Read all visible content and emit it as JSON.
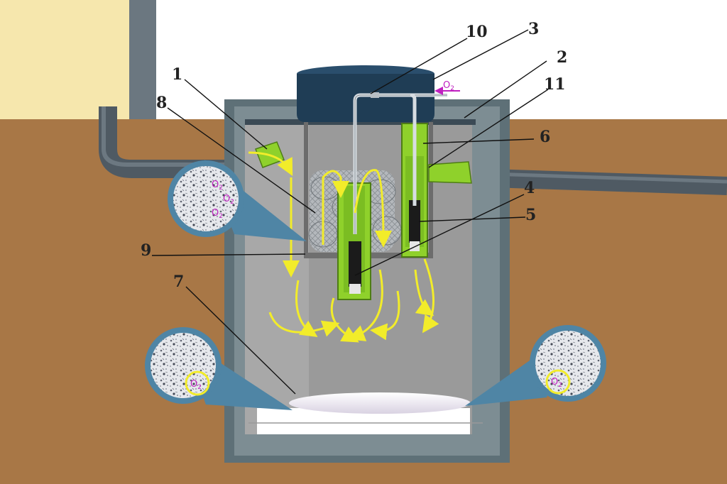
{
  "callouts": {
    "c1": "1",
    "c2": "2",
    "c3": "3",
    "c4": "4",
    "c5": "5",
    "c6": "6",
    "c7": "7",
    "c8": "8",
    "c9": "9",
    "c10": "10",
    "c11": "11"
  },
  "oxygen_label": "O",
  "oxygen_subscript": "2",
  "colors": {
    "soil": "#a87746",
    "sky": "#ffffff",
    "building": "#f6e7ad",
    "pipe": "#4f5a63",
    "tank_wall": "#5e7077",
    "tank_inner": "#999999",
    "lid": "#1f3d55",
    "green_module": "#8fd12b",
    "flow_arrow": "#f2ec2a",
    "oxygen_text": "#c020c0",
    "bubble_border": "#4f85a5"
  }
}
